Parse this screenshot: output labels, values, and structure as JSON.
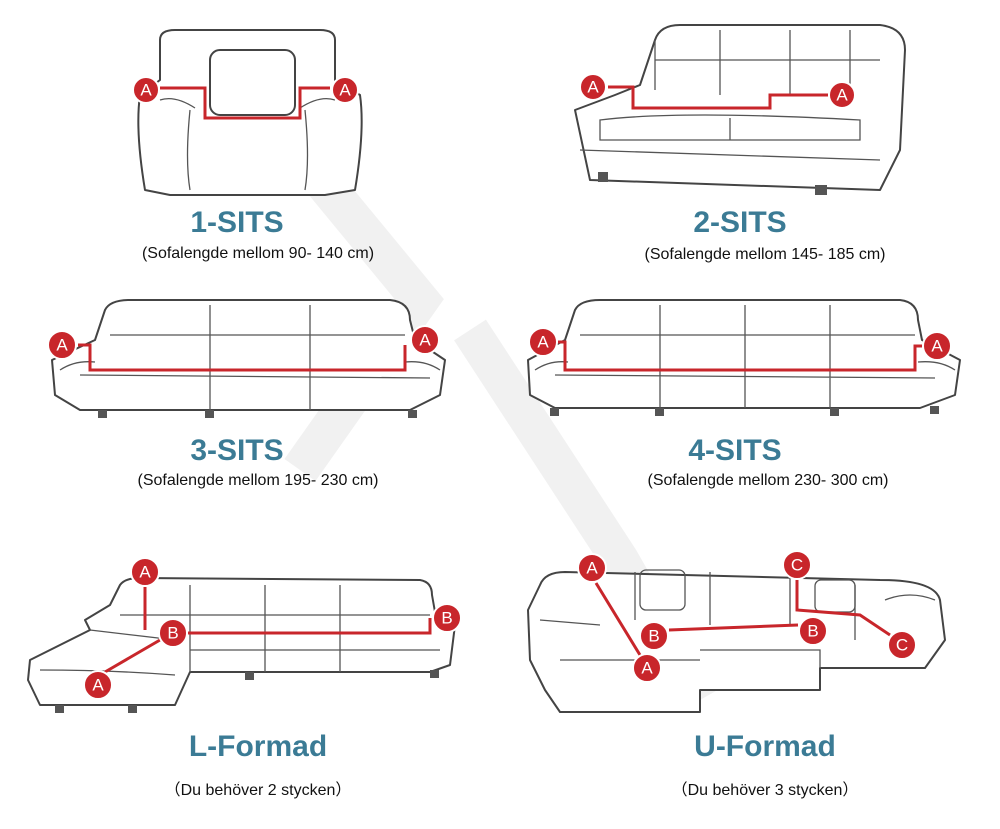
{
  "panels": [
    {
      "title": "1-SITS",
      "subtitle": "(Sofalengde mellom 90- 140 cm)",
      "markers": [
        "A",
        "A"
      ]
    },
    {
      "title": "2-SITS",
      "subtitle": "(Sofalengde mellom 145- 185 cm)",
      "markers": [
        "A",
        "A"
      ]
    },
    {
      "title": "3-SITS",
      "subtitle": "(Sofalengde mellom 195- 230 cm)",
      "markers": [
        "A",
        "A"
      ]
    },
    {
      "title": "4-SITS",
      "subtitle": "(Sofalengde mellom 230- 300 cm)",
      "markers": [
        "A",
        "A"
      ]
    },
    {
      "title": "L-Formad",
      "subtitle": "（Du behöver 2 stycken）",
      "markers": [
        "A",
        "B",
        "B",
        "A"
      ]
    },
    {
      "title": "U-Formad",
      "subtitle": "（Du behöver 3 stycken）",
      "markers": [
        "A",
        "B",
        "A",
        "C",
        "B",
        "C"
      ]
    }
  ],
  "colors": {
    "title": "#3b7b95",
    "marker": "#c8262b"
  }
}
